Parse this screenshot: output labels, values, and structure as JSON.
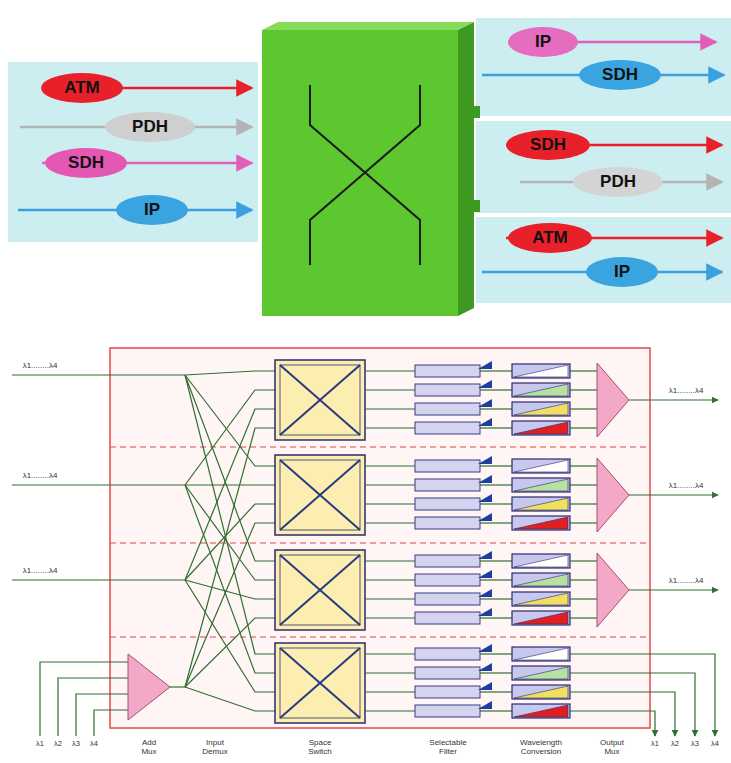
{
  "diagram": {
    "nodes": [
      {
        "text": [
          "ATM"
        ]
      },
      {
        "text": [
          "PDH"
        ]
      },
      {
        "text": [
          "SDH"
        ]
      },
      {
        "text": [
          "IP"
        ]
      },
      {
        "text": [
          "IP"
        ]
      },
      {
        "text": [
          "SDH"
        ]
      },
      {
        "text": [
          "SDH"
        ]
      },
      {
        "text": [
          "PDH"
        ]
      },
      {
        "text": [
          "ATM"
        ]
      },
      {
        "text": [
          "IP"
        ]
      }
    ],
    "labels": [
      "λ1........λ4",
      "λ1........λ4",
      "λ1........λ4",
      "λ1........λ4",
      "λ1........λ4",
      "λ1........λ4",
      "λ1",
      "λ2",
      "λ3",
      "λ4",
      "Add Mux",
      "Input Demux",
      "Space Switch",
      "Selectable Filter",
      "Wavelength Conversion",
      "Output Mux",
      "λ1",
      "λ2",
      "λ3",
      "λ4"
    ]
  }
}
